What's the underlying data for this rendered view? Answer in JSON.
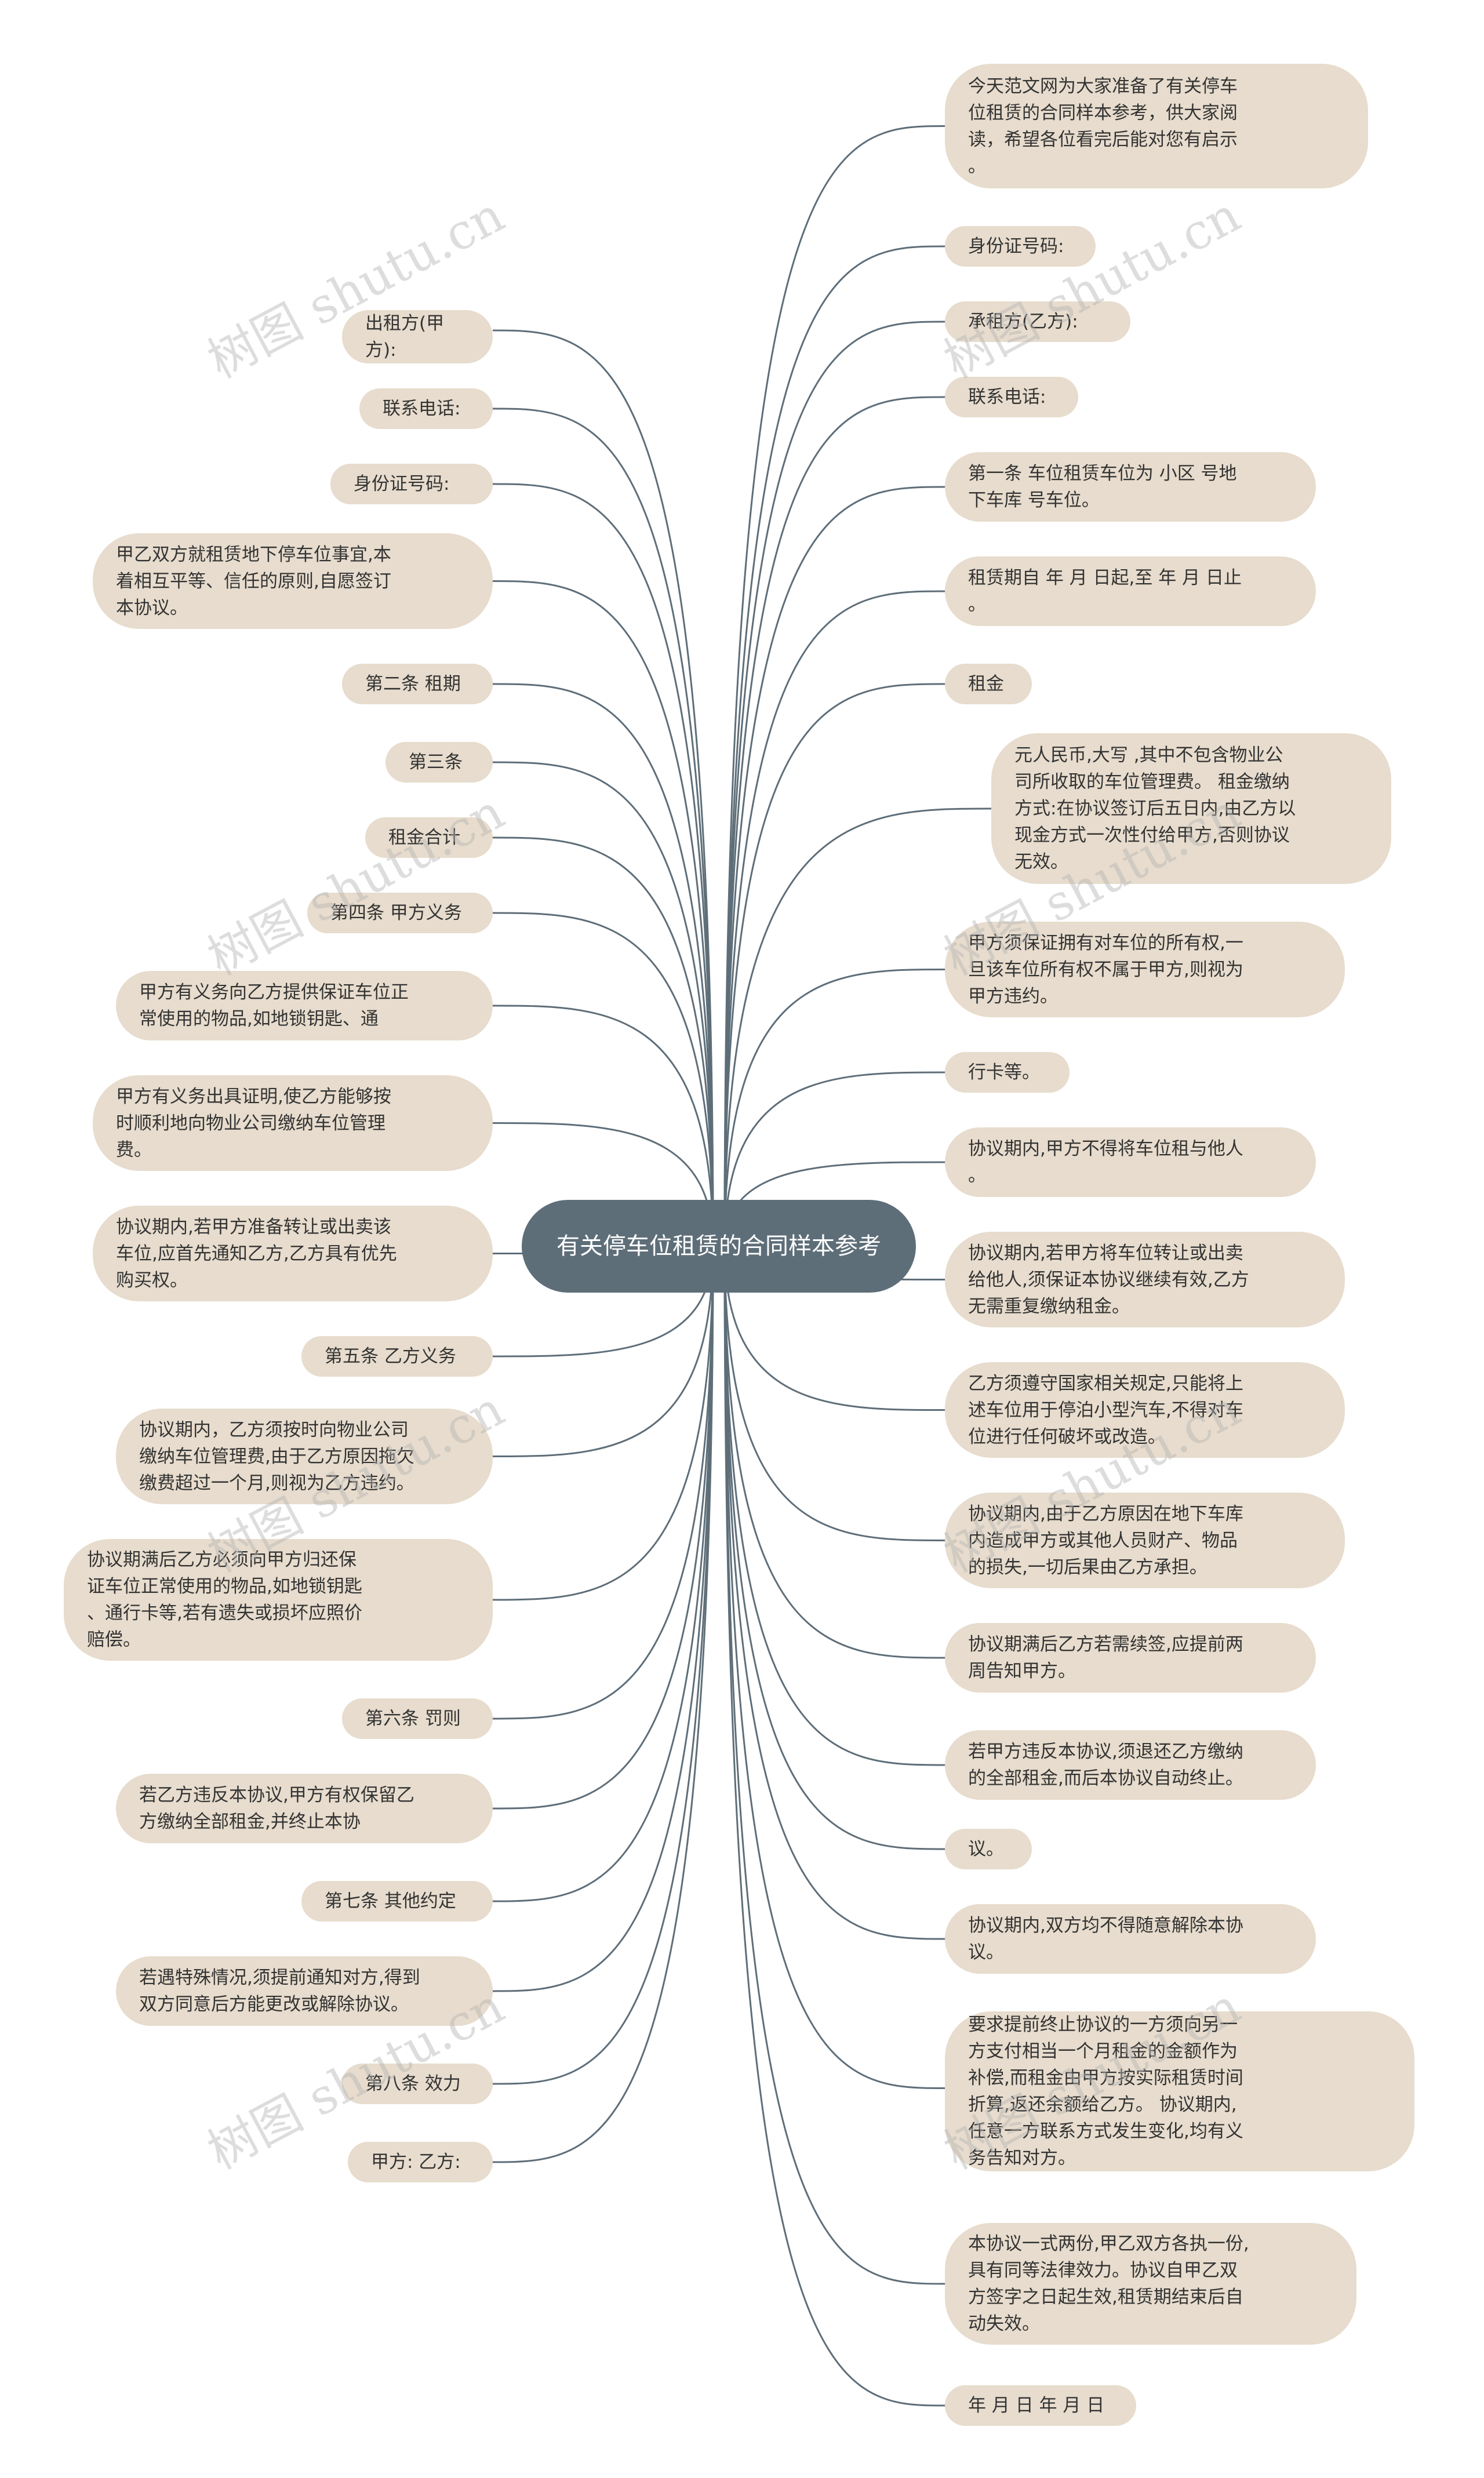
{
  "center": "有关停车位租赁的合同样本参考",
  "left_nodes": [
    "出租方(甲方):",
    "联系电话:",
    "身份证号码:",
    "甲乙双方就租赁地下停车位事宜,本\n着相互平等、信任的原则,自愿签订\n本协议。",
    "第二条 租期",
    "第三条",
    "租金合计",
    "第四条 甲方义务",
    "甲方有义务向乙方提供保证车位正\n常使用的物品,如地锁钥匙、通",
    "甲方有义务出具证明,使乙方能够按\n时顺利地向物业公司缴纳车位管理\n费。",
    "协议期内,若甲方准备转让或出卖该\n车位,应首先通知乙方,乙方具有优先\n购买权。",
    "第五条 乙方义务",
    "协议期内，乙方须按时向物业公司\n缴纳车位管理费,由于乙方原因拖欠\n缴费超过一个月,则视为乙方违约。",
    "协议期满后乙方必须向甲方归还保\n证车位正常使用的物品,如地锁钥匙\n、通行卡等,若有遗失或损坏应照价\n赔偿。",
    "第六条 罚则",
    "若乙方违反本协议,甲方有权保留乙\n方缴纳全部租金,并终止本协",
    "第七条 其他约定",
    "若遇特殊情况,须提前通知对方,得到\n双方同意后方能更改或解除协议。",
    "第八条 效力",
    "甲方: 乙方:"
  ],
  "right_nodes": [
    "今天范文网为大家准备了有关停车\n位租赁的合同样本参考，供大家阅\n读，希望各位看完后能对您有启示\n。",
    "身份证号码:",
    "承租方(乙方):",
    "联系电话:",
    "第一条 车位租赁车位为 小区 号地\n下车库 号车位。",
    "租赁期自 年 月 日起,至 年 月 日止\n。",
    "租金",
    "元人民币,大写 ,其中不包含物业公\n司所收取的车位管理费。 租金缴纳\n方式:在协议签订后五日内,由乙方以\n现金方式一次性付给甲方,否则协议\n无效。",
    "甲方须保证拥有对车位的所有权,一\n旦该车位所有权不属于甲方,则视为\n甲方违约。",
    "行卡等。",
    "协议期内,甲方不得将车位租与他人\n。",
    "协议期内,若甲方将车位转让或出卖\n给他人,须保证本协议继续有效,乙方\n无需重复缴纳租金。",
    "乙方须遵守国家相关规定,只能将上\n述车位用于停泊小型汽车,不得对车\n位进行任何破坏或改造。",
    "协议期内,由于乙方原因在地下车库\n内造成甲方或其他人员财产、物品\n的损失,一切后果由乙方承担。",
    "协议期满后乙方若需续签,应提前两\n周告知甲方。",
    "若甲方违反本协议,须退还乙方缴纳\n的全部租金,而后本协议自动终止。",
    "议。",
    "协议期内,双方均不得随意解除本协\n议。",
    "要求提前终止协议的一方须向另一\n方支付相当一个月租金的金额作为\n补偿,而租金由甲方按实际租赁时间\n折算,返还余额给乙方。 协议期内,\n任意一方联系方式发生变化,均有义\n务告知对方。",
    "本协议一式两份,甲乙双方各执一份,\n具有同等法律效力。协议自甲乙双\n方签字之日起生效,租赁期结束后自\n动失效。",
    "年 月 日 年 月 日"
  ],
  "watermark": "树图 shutu.cn",
  "colors": {
    "center_bg": "#5e6e79",
    "node_bg": "#e7dccd",
    "line": "#5e6e79"
  }
}
